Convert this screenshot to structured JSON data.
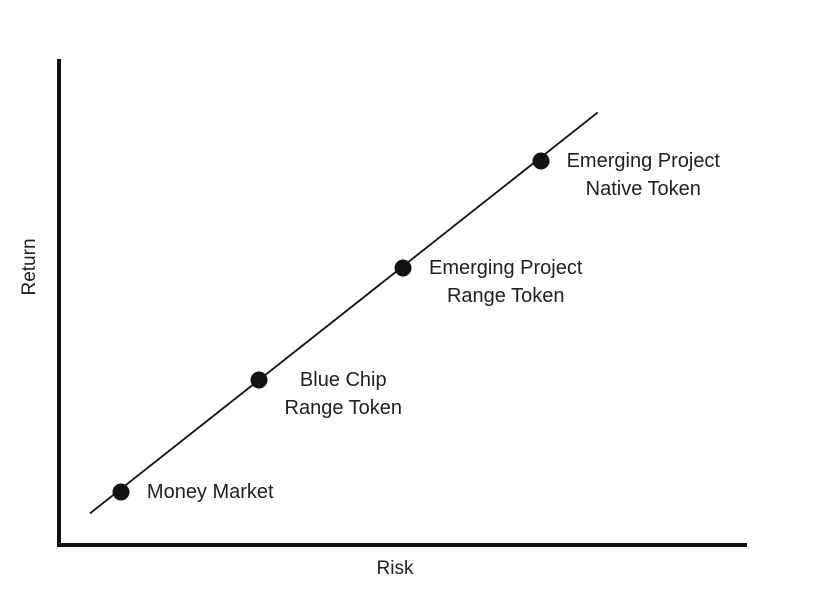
{
  "colors": {
    "ink": "#111111",
    "text": "#212121",
    "background": "#ffffff"
  },
  "chart_data": {
    "type": "scatter",
    "title": "",
    "xlabel": "Risk",
    "ylabel": "Return",
    "axes_numeric": false,
    "grid": false,
    "axis_range_relative": [
      0,
      1
    ],
    "points": [
      {
        "label_lines": [
          "Money Market"
        ],
        "x": 0.09,
        "y": 0.11
      },
      {
        "label_lines": [
          "Blue Chip",
          "Range Token"
        ],
        "x": 0.29,
        "y": 0.34
      },
      {
        "label_lines": [
          "Emerging Project",
          "Range Token"
        ],
        "x": 0.5,
        "y": 0.57
      },
      {
        "label_lines": [
          "Emerging Project",
          "Native Token"
        ],
        "x": 0.7,
        "y": 0.79
      }
    ],
    "trend_line": {
      "x1": 0.045,
      "y1": 0.065,
      "x2": 0.783,
      "y2": 0.89
    }
  }
}
